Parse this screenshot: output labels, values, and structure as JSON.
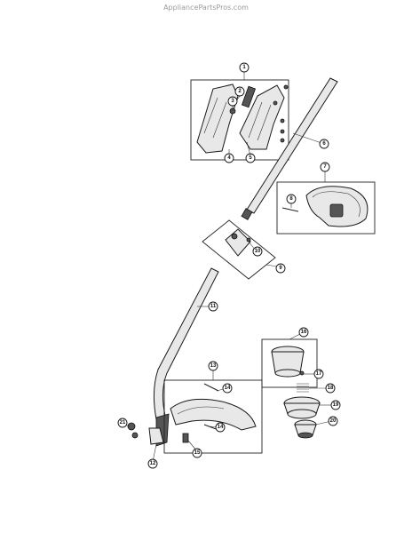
{
  "watermark": "AppliancePartsPros.com",
  "callouts": [
    "1",
    "2",
    "3",
    "4",
    "5",
    "6",
    "7",
    "8",
    "9",
    "10",
    "11",
    "12",
    "13",
    "14",
    "14",
    "15",
    "16",
    "17",
    "18",
    "19",
    "20",
    "21"
  ]
}
